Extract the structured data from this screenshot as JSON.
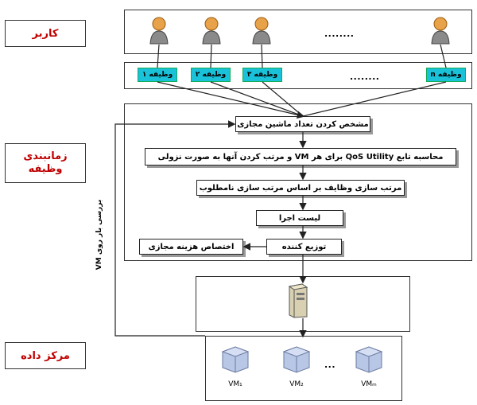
{
  "labels": {
    "user": "کاربر",
    "scheduling": "زمانبندی\nوظیفه",
    "datacenter": "مرکز داده"
  },
  "tasks": [
    "وظیفه ۱",
    "وظیفه ۲",
    "وظیفه ۳",
    "وظیفه n"
  ],
  "dots": "........",
  "steps": {
    "determine_vm": "مشخص کردن تعداد ماشین مجازی",
    "compute_qos": "محاسبه تابع QoS Utility برای هر VM و مرتب کردن آنها به صورت نزولی",
    "sort_tasks": "مرتب سازی وظایف بر اساس مرتب سازی نامطلوب",
    "exec_list": "لیست اجرا",
    "distributor": "توزیع کننده",
    "allocate": "اختصاص هزینه مجازی"
  },
  "side_feedback": "بررسی بار روی VM",
  "vms": [
    "VM₁",
    "VM₂",
    "VMₘ"
  ],
  "vm_dots": "...",
  "colors": {
    "task_fill": "#19c2d9",
    "label_text": "#c00000"
  }
}
